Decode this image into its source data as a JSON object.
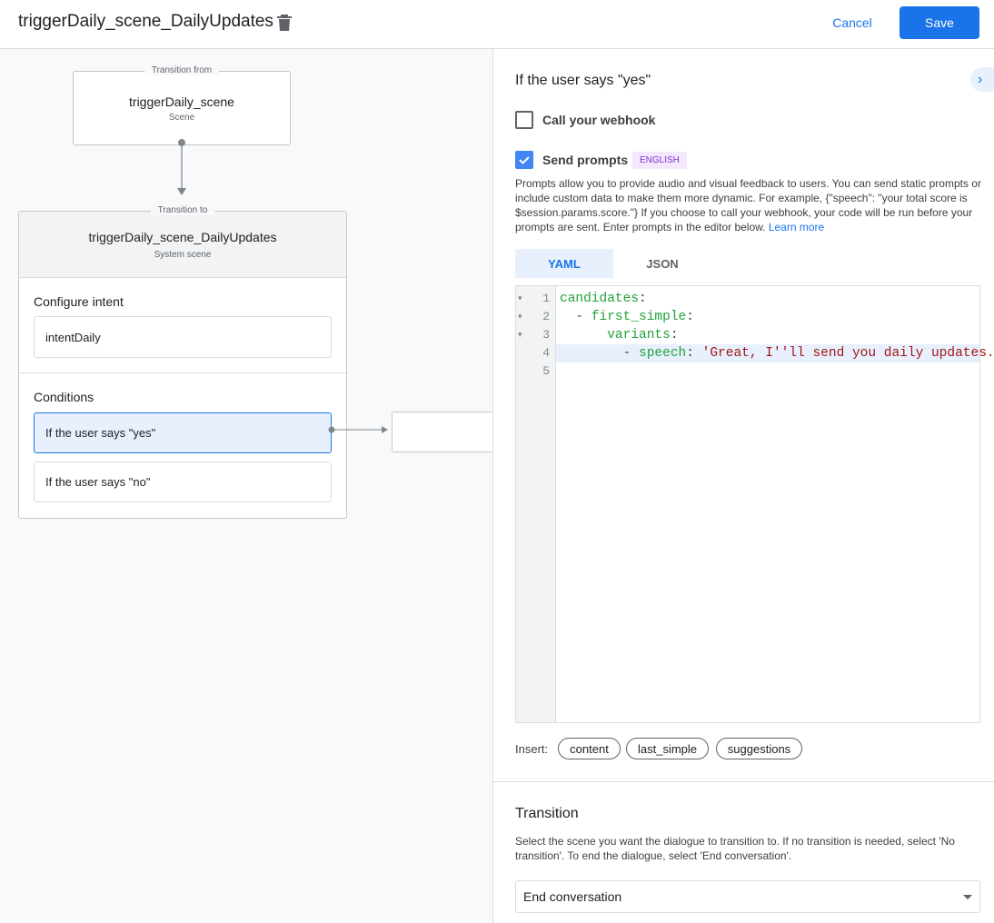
{
  "header": {
    "title": "triggerDaily_scene_DailyUpdates",
    "cancel_label": "Cancel",
    "save_label": "Save"
  },
  "canvas": {
    "from_node": {
      "legend": "Transition from",
      "name": "triggerDaily_scene",
      "type": "Scene"
    },
    "to_node": {
      "legend": "Transition to",
      "name": "triggerDaily_scene_DailyUpdates",
      "type": "System scene",
      "intent_heading": "Configure intent",
      "intent": "intentDaily",
      "conditions_heading": "Conditions",
      "conditions": [
        {
          "label": "If the user says \"yes\"",
          "selected": true
        },
        {
          "label": "If the user says \"no\"",
          "selected": false
        }
      ]
    }
  },
  "panel": {
    "title": "If the user says \"yes\"",
    "webhook": {
      "label": "Call your webhook",
      "checked": false
    },
    "prompts": {
      "label": "Send prompts",
      "checked": true,
      "badge": "ENGLISH",
      "description": "Prompts allow you to provide audio and visual feedback to users. You can send static prompts or include custom data to make them more dynamic. For example, {\"speech\": \"your total score is $session.params.score.\"} If you choose to call your webhook, your code will be run before your prompts are sent. Enter prompts in the editor below.",
      "learn_more": "Learn more"
    },
    "tabs": [
      {
        "label": "YAML",
        "active": true
      },
      {
        "label": "JSON",
        "active": false
      }
    ],
    "editor": {
      "line_numbers": [
        "1",
        "2",
        "3",
        "4",
        "5"
      ],
      "lines": [
        [
          {
            "t": "candidates",
            "c": "key"
          },
          {
            "t": ":",
            "c": "p"
          }
        ],
        [
          {
            "t": "  - ",
            "c": "p"
          },
          {
            "t": "first_simple",
            "c": "key"
          },
          {
            "t": ":",
            "c": "p"
          }
        ],
        [
          {
            "t": "      ",
            "c": "p"
          },
          {
            "t": "variants",
            "c": "key"
          },
          {
            "t": ":",
            "c": "p"
          }
        ],
        [
          {
            "t": "        - ",
            "c": "p"
          },
          {
            "t": "speech",
            "c": "key"
          },
          {
            "t": ": ",
            "c": "p"
          },
          {
            "t": "'Great, I''ll send you daily updates.",
            "c": "str"
          }
        ],
        []
      ]
    },
    "insert": {
      "label": "Insert:",
      "chips": [
        "content",
        "last_simple",
        "suggestions"
      ]
    },
    "transition": {
      "heading": "Transition",
      "description": "Select the scene you want the dialogue to transition to. If no transition is needed, select 'No transition'. To end the dialogue, select 'End conversation'.",
      "selected": "End conversation"
    }
  },
  "colors": {
    "accent": "#1a73e8",
    "key": "#22a33a",
    "string": "#a31515",
    "badge_bg": "#f3e8fd",
    "badge_text": "#8430ce"
  }
}
